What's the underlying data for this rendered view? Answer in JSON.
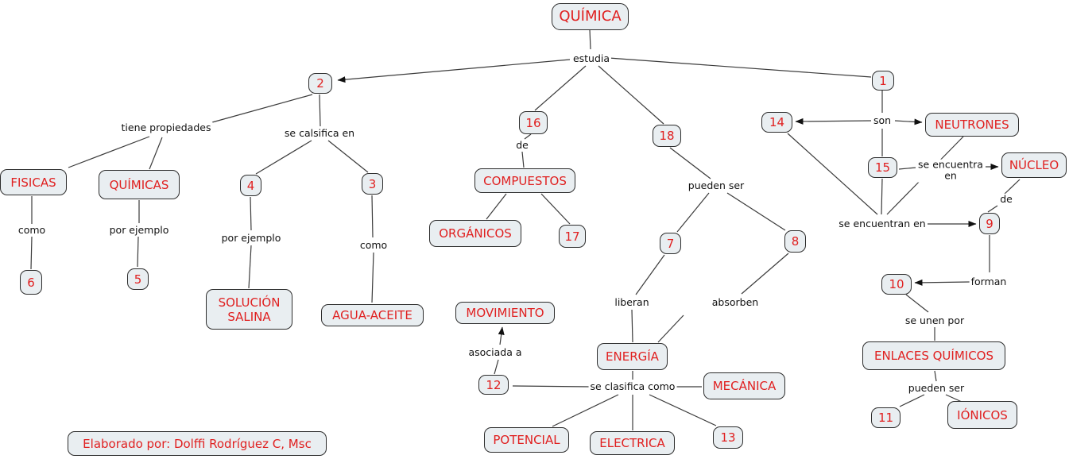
{
  "colors": {
    "background": "#ffffff",
    "node_fill": "#e9eef1",
    "node_border": "#2d2d2d",
    "node_text": "#e02020",
    "line": "#3b3b3b",
    "label_text": "#111111"
  },
  "nodes": {
    "quimica": "QUÍMICA",
    "n1": "1",
    "n2": "2",
    "n3": "3",
    "n4": "4",
    "n5": "5",
    "n6": "6",
    "n7": "7",
    "n8": "8",
    "n9": "9",
    "n10": "10",
    "n11": "11",
    "n12": "12",
    "n13": "13",
    "n14": "14",
    "n15": "15",
    "n16": "16",
    "n17": "17",
    "n18": "18",
    "fisicas": "FISICAS",
    "quimicas": "QUÍMICAS",
    "solucion_salina": "SOLUCIÓN SALINA",
    "agua_aceite": "AGUA-ACEITE",
    "compuestos": "COMPUESTOS",
    "organicos": "ORGÁNICOS",
    "movimiento": "MOVIMIENTO",
    "energia": "ENERGÍA",
    "mecanica": "MECÁNICA",
    "potencial": "POTENCIAL",
    "electrica": "ELECTRICA",
    "neutrones": "NEUTRONES",
    "nucleo": "NÚCLEO",
    "enlaces_quimicos": "ENLACES QUÍMICOS",
    "ionicos": "IÓNICOS"
  },
  "links": {
    "estudia": "estudia",
    "tiene_propiedades": "tiene propiedades",
    "se_calsifica_en": "se calsifica en",
    "como_1": "como",
    "por_ejemplo_1": "por ejemplo",
    "por_ejemplo_2": "por ejemplo",
    "como_2": "como",
    "de_1": "de",
    "pueden_ser_1": "pueden ser",
    "liberan": "liberan",
    "absorben": "absorben",
    "asociada_a": "asociada a",
    "se_clasifica_como": "se clasifica como",
    "son": "son",
    "se_encuentra_en": "se encuentra en",
    "se_encuentran_en": "se encuentran en",
    "de_2": "de",
    "forman": "forman",
    "se_unen_por": "se unen por",
    "pueden_ser_2": "pueden ser"
  },
  "credit": "Elaborado por: Dolffi Rodríguez C, Msc"
}
